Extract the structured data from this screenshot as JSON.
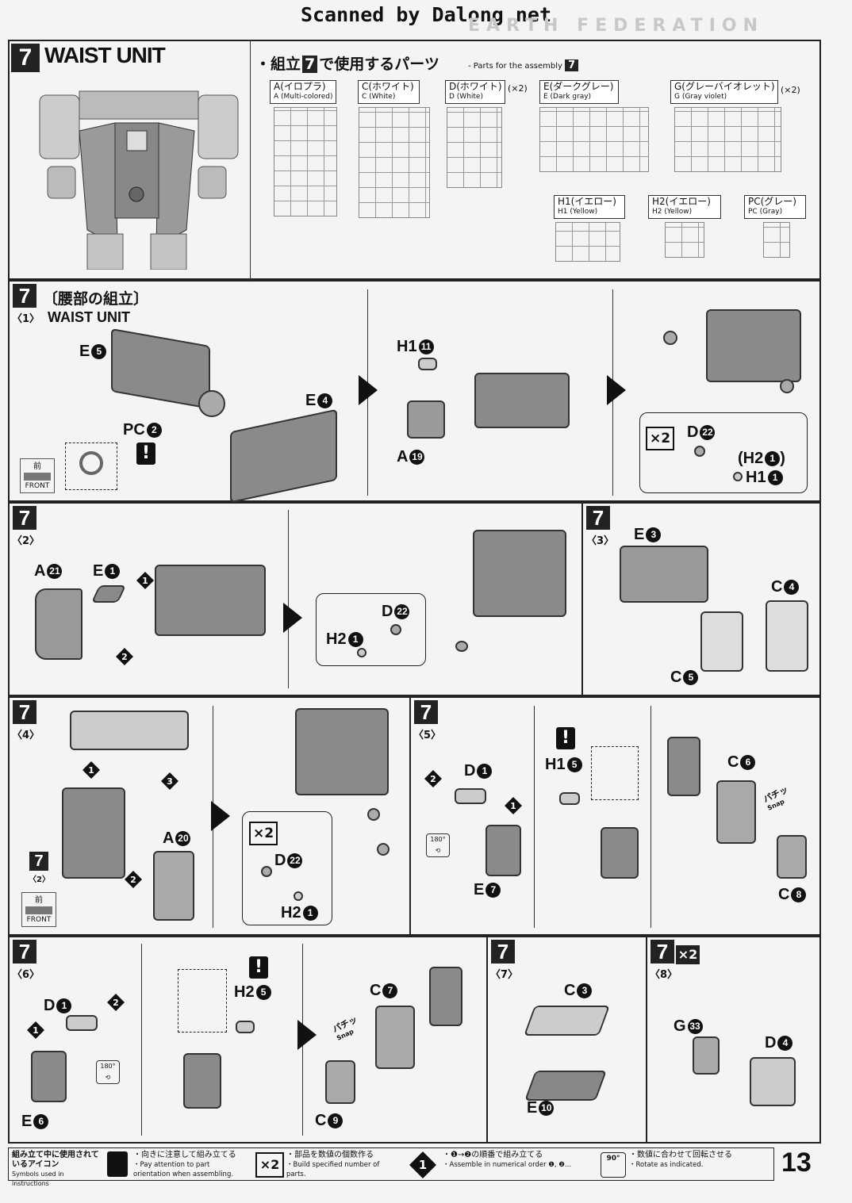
{
  "watermark": "Scanned by Dalong.net",
  "header_text": "EARTH FEDERATION",
  "step7": {
    "number": "7",
    "title": "WAIST UNIT",
    "parts_title": "・組立",
    "parts_title_num": "7",
    "parts_title_tail": "で使用するパーツ",
    "parts_sub": "- Parts for the assembly",
    "parts_sub_num": "7",
    "runners": [
      {
        "jp": "A(イロプラ)",
        "en": "A (Multi-colored)",
        "qty": ""
      },
      {
        "jp": "C(ホワイト)",
        "en": "C (White)",
        "qty": ""
      },
      {
        "jp": "D(ホワイト)",
        "en": "D (White)",
        "qty": "(×2)"
      },
      {
        "jp": "E(ダークグレー)",
        "en": "E (Dark gray)",
        "qty": ""
      },
      {
        "jp": "G(グレーバイオレット)",
        "en": "G (Gray violet)",
        "qty": "(×2)"
      },
      {
        "jp": "H1(イエロー)",
        "en": "H1 (Yellow)",
        "qty": ""
      },
      {
        "jp": "H2(イエロー)",
        "en": "H2 (Yellow)",
        "qty": ""
      },
      {
        "jp": "PC(グレー)",
        "en": "PC (Gray)",
        "qty": ""
      }
    ]
  },
  "sub1": {
    "num": "7",
    "tag": "〈1〉",
    "jp": "〔腰部の組立〕",
    "en": "WAIST UNIT",
    "labels": {
      "e5": "E",
      "e5n": "5",
      "e4": "E",
      "e4n": "4",
      "pc2": "PC",
      "pc2n": "2",
      "h1_11": "H1",
      "h1_11n": "11",
      "a19": "A",
      "a19n": "19",
      "x2": "×2",
      "d22": "D",
      "d22n": "22",
      "h2_1": "(H2",
      "h2_1n": "1",
      "h2_1c": ")",
      "h1_1": "H1",
      "h1_1n": "1",
      "front_jp": "前",
      "front_en": "FRONT"
    }
  },
  "sub2": {
    "num": "7",
    "tag": "〈2〉",
    "labels": {
      "a21": "A",
      "a21n": "21",
      "e1": "E",
      "e1n": "1",
      "d22": "D",
      "d22n": "22",
      "h2": "H2",
      "h2n": "1",
      "o1": "1",
      "o2": "2"
    }
  },
  "sub3": {
    "num": "7",
    "tag": "〈3〉",
    "labels": {
      "e3": "E",
      "e3n": "3",
      "c4": "C",
      "c4n": "4",
      "c5": "C",
      "c5n": "5"
    }
  },
  "sub4": {
    "num": "7",
    "tag": "〈4〉",
    "labels": {
      "a20": "A",
      "a20n": "20",
      "ref": "7",
      "reftag": "〈2〉",
      "front_jp": "前",
      "front_en": "FRONT",
      "x2": "×2",
      "d22": "D",
      "d22n": "22",
      "h2": "H2",
      "h2n": "1",
      "o1": "1",
      "o2": "2",
      "o3": "3"
    }
  },
  "sub5": {
    "num": "7",
    "tag": "〈5〉",
    "labels": {
      "d1": "D",
      "d1n": "1",
      "e7": "E",
      "e7n": "7",
      "h1_5": "H1",
      "h1_5n": "5",
      "c6": "C",
      "c6n": "6",
      "c8": "C",
      "c8n": "8",
      "snap_jp": "パチッ",
      "snap_en": "Snap",
      "rot": "180°",
      "o1": "1",
      "o2": "2"
    }
  },
  "sub6": {
    "num": "7",
    "tag": "〈6〉",
    "labels": {
      "d1": "D",
      "d1n": "1",
      "e6": "E",
      "e6n": "6",
      "h2_5": "H2",
      "h2_5n": "5",
      "c7": "C",
      "c7n": "7",
      "c9": "C",
      "c9n": "9",
      "snap_jp": "パチッ",
      "snap_en": "Snap",
      "rot": "180°",
      "o1": "1",
      "o2": "2"
    }
  },
  "sub7": {
    "num": "7",
    "tag": "〈7〉",
    "labels": {
      "c3": "C",
      "c3n": "3",
      "e10": "E",
      "e10n": "10"
    }
  },
  "sub8": {
    "num": "7",
    "tag": "〈8〉",
    "x2": "×2",
    "labels": {
      "g33": "G",
      "g33n": "33",
      "d4": "D",
      "d4n": "4"
    }
  },
  "footer": {
    "title_jp": "組み立て中に使用されているアイコン",
    "title_en": "Symbols used in instructions",
    "items": [
      {
        "icon": "!",
        "jp": "・向きに注意して組み立てる",
        "en": "・Pay attention to part orientation when assembling."
      },
      {
        "icon": "×2",
        "jp": "・部品を数値の個数作る",
        "en": "・Build specified number of parts."
      },
      {
        "icon": "1",
        "jp": "・❶→❷の順番で組み立てる",
        "en": "・Assemble in numerical order ❶, ❷..."
      },
      {
        "icon": "90°",
        "jp": "・数値に合わせて回転させる",
        "en": "・Rotate as indicated."
      }
    ],
    "page_number": "13"
  }
}
